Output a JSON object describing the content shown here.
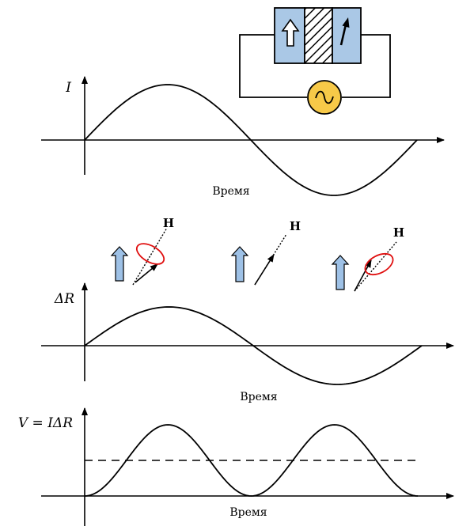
{
  "colors": {
    "stroke": "#000000",
    "device_fill": "#aac8e6",
    "source_fill": "#f7c948",
    "spin_arrow_fill": "#9ec1e6",
    "precession_ring": "#e01010"
  },
  "icons": {
    "fixed_layer": "hollow-up-arrow",
    "free_layer": "tilted-arrow",
    "spacer": "hatched-barrier",
    "source": "ac-sine-source"
  },
  "panels": {
    "current": {
      "y_label": "I",
      "x_label": "Время"
    },
    "resistance": {
      "y_label": "ΔR",
      "x_label": "Время"
    },
    "voltage": {
      "y_label": "V = IΔR",
      "x_label": "Время"
    }
  },
  "spin_states": [
    {
      "field_label": "H",
      "precession": "shown"
    },
    {
      "field_label": "H",
      "precession": "none"
    },
    {
      "field_label": "H",
      "precession": "shown"
    }
  ],
  "chart_data": [
    {
      "type": "line",
      "ylabel": "I",
      "xlabel": "Время",
      "series": [
        {
          "x": [
            0,
            0.25,
            0.5,
            0.75,
            1
          ],
          "y": [
            0,
            1,
            0,
            -1,
            0
          ]
        }
      ]
    },
    {
      "type": "line",
      "ylabel": "ΔR",
      "xlabel": "Время",
      "series": [
        {
          "x": [
            0,
            0.25,
            0.5,
            0.75,
            1
          ],
          "y": [
            0,
            1,
            0,
            -1,
            0
          ]
        }
      ]
    },
    {
      "type": "line",
      "ylabel": "V = IΔR",
      "xlabel": "Время",
      "series": [
        {
          "x": [
            0,
            0.25,
            0.5,
            0.75,
            1
          ],
          "y": [
            0,
            1,
            0,
            1,
            0
          ]
        },
        {
          "x": [
            0,
            1
          ],
          "y": [
            0.5,
            0.5
          ]
        }
      ]
    }
  ]
}
